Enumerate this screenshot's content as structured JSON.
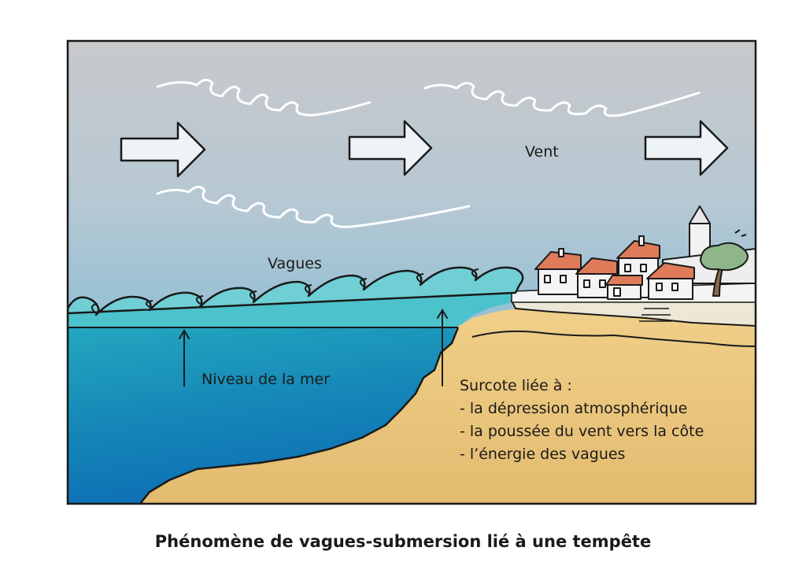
{
  "labels": {
    "wind": "Vent",
    "waves": "Vagues",
    "sea_level": "Niveau de la mer"
  },
  "surge": {
    "title": "Surcote liée à :",
    "causes": [
      "- la dépression atmosphérique",
      "- la poussée du vent vers la côte",
      "- l’énergie des vagues"
    ]
  },
  "caption": "Phénomène de vagues-submersion lié à une tempête",
  "icons": {
    "wind_arrows": "wind-arrow-icon",
    "gusts": "wind-gust-icon",
    "rise_arrows": "up-arrow-icon"
  },
  "colors": {
    "sky_top": "#c8c9cb",
    "sky_bottom": "#5fb4d6",
    "sea_deep": "#0f72b3",
    "sea_surface": "#2bb7c2",
    "surge_layer": "#7ed3d6",
    "sand": "#e8c37a",
    "roof": "#e07b5a"
  }
}
